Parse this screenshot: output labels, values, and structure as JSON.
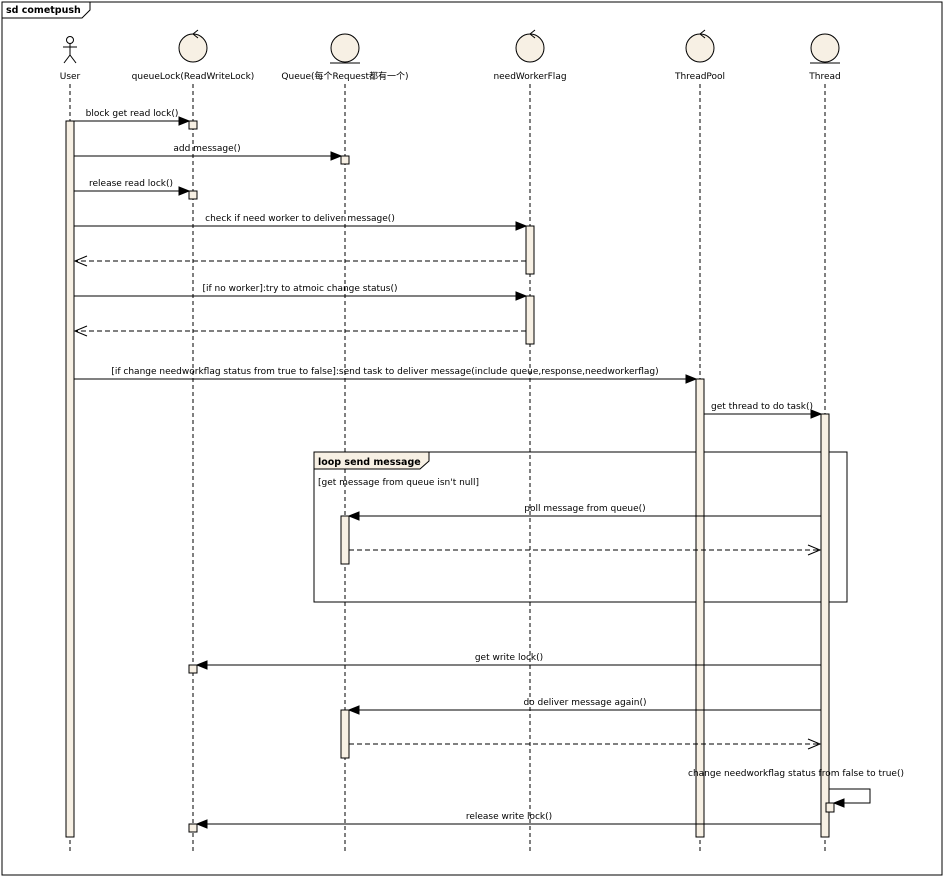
{
  "frame": {
    "title": "sd cometpush"
  },
  "lifelines": [
    {
      "name": "User",
      "kind": "actor"
    },
    {
      "name": "queueLock(ReadWriteLock)",
      "kind": "control"
    },
    {
      "name": "Queue(每个Request都有一个)",
      "kind": "entity"
    },
    {
      "name": "needWorkerFlag",
      "kind": "control"
    },
    {
      "name": "ThreadPool",
      "kind": "control"
    },
    {
      "name": "Thread",
      "kind": "entity"
    }
  ],
  "messages": [
    {
      "label": "block get read lock()"
    },
    {
      "label": "add message()"
    },
    {
      "label": "release read lock()"
    },
    {
      "label": "check if need worker to deliver message()"
    },
    {
      "label": ""
    },
    {
      "label": "[if no worker]:try to atmoic change status()"
    },
    {
      "label": ""
    },
    {
      "label": "[if change needworkflag status from true to false]:send task to deliver message(include queue,response,needworkerflag)"
    },
    {
      "label": "get thread to do task()"
    },
    {
      "label": "poll message from queue()"
    },
    {
      "label": ""
    },
    {
      "label": "get write lock()"
    },
    {
      "label": "do deliver message again()"
    },
    {
      "label": ""
    },
    {
      "label": "change needworkflag status from false to true()"
    },
    {
      "label": "release write lock()"
    }
  ],
  "loop": {
    "title": "loop send message",
    "guard": "[get message from queue isn't null]"
  }
}
